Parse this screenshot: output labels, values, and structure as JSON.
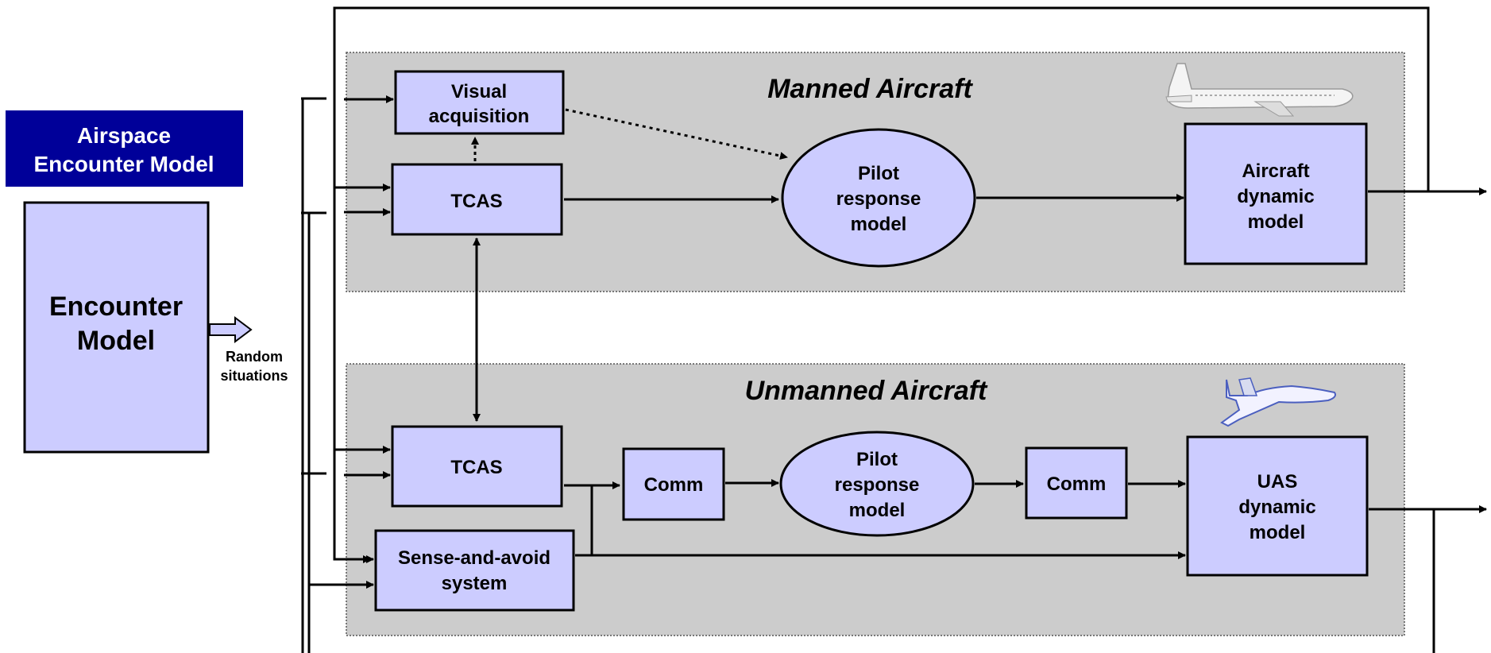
{
  "header": {
    "line1": "Airspace",
    "line2": "Encounter Model"
  },
  "encounter": {
    "line1": "Encounter",
    "line2": "Model"
  },
  "random": {
    "line1": "Random",
    "line2": "situations"
  },
  "manned": {
    "title": "Manned Aircraft",
    "visual_line1": "Visual",
    "visual_line2": "acquisition",
    "tcas": "TCAS",
    "pilot_line1": "Pilot",
    "pilot_line2": "response",
    "pilot_line3": "model",
    "dyn_line1": "Aircraft",
    "dyn_line2": "dynamic",
    "dyn_line3": "model"
  },
  "unmanned": {
    "title": "Unmanned Aircraft",
    "tcas": "TCAS",
    "comm1": "Comm",
    "pilot_line1": "Pilot",
    "pilot_line2": "response",
    "pilot_line3": "model",
    "comm2": "Comm",
    "saa_line1": "Sense-and-avoid",
    "saa_line2": "system",
    "dyn_line1": "UAS",
    "dyn_line2": "dynamic",
    "dyn_line3": "model"
  },
  "colors": {
    "box_fill": "#ccccff",
    "band_fill": "#cccccc",
    "header_fill": "#000099"
  },
  "icons": {
    "manned": "airliner-icon",
    "unmanned": "uav-icon"
  }
}
